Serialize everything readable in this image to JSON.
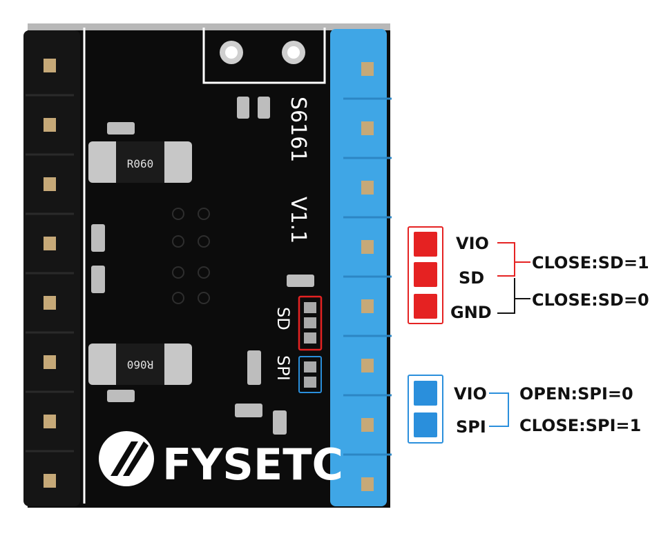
{
  "board": {
    "brand": "FYSETC",
    "resistor_marking": "R060",
    "silk_model": "S6161",
    "silk_version": "V1.1",
    "silk_sd": "SD",
    "silk_spi": "SPI"
  },
  "sd_jumper": {
    "pad_labels": [
      "VIO",
      "SD",
      "GND"
    ],
    "close_sd1": "CLOSE:SD=1",
    "close_sd0": "CLOSE:SD=0",
    "color": "#e52222"
  },
  "spi_jumper": {
    "pad_labels": [
      "VIO",
      "SPI"
    ],
    "open_label": "OPEN:SPI=0",
    "close_label": "CLOSE:SPI=1",
    "color": "#2a8fdc"
  },
  "colors": {
    "pcb": "#0c0c0c",
    "header_black": "#151515",
    "header_blue": "#3fa6e6",
    "pin": "#c6a978"
  }
}
